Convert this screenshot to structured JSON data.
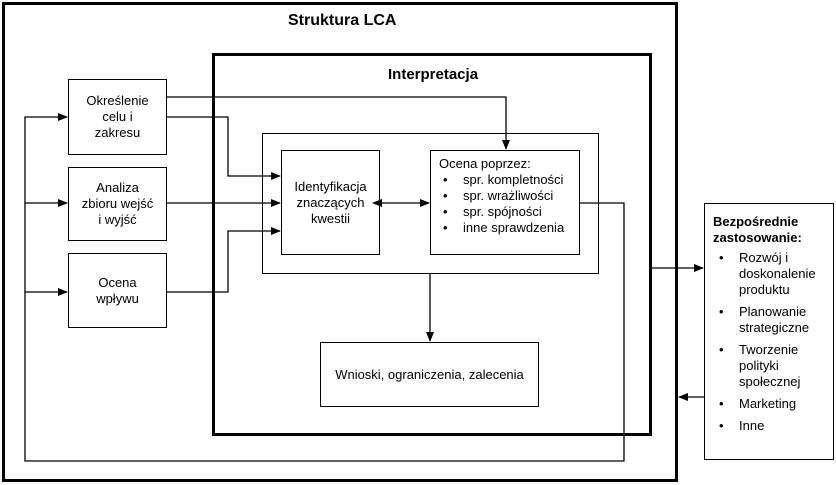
{
  "title": "Struktura LCA",
  "interpretation_title": "Interpretacja",
  "boxes": {
    "goal": "Określenie\ncelu i\nzakresu",
    "inventory": "Analiza\nzbioru wejść\ni wyjść",
    "impact": "Ocena\nwpływu",
    "identification": "Identyfikacja\nznaczących\nkwestii",
    "evaluation_title": "Ocena poprzez:",
    "evaluation_items": [
      "spr. kompletności",
      "spr. wrażliwości",
      "spr. spójności",
      "inne sprawdzenia"
    ],
    "conclusions": "Wnioski, ograniczenia, zalecenia"
  },
  "applications": {
    "title": "Bezpośrednie\nzastosowanie:",
    "items": [
      "Rozwój i\ndoskonalenie\nproduktu",
      "Planowanie\nstrategiczne",
      "Tworzenie\npolityki\nspołecznej",
      "Marketing",
      "Inne"
    ]
  }
}
